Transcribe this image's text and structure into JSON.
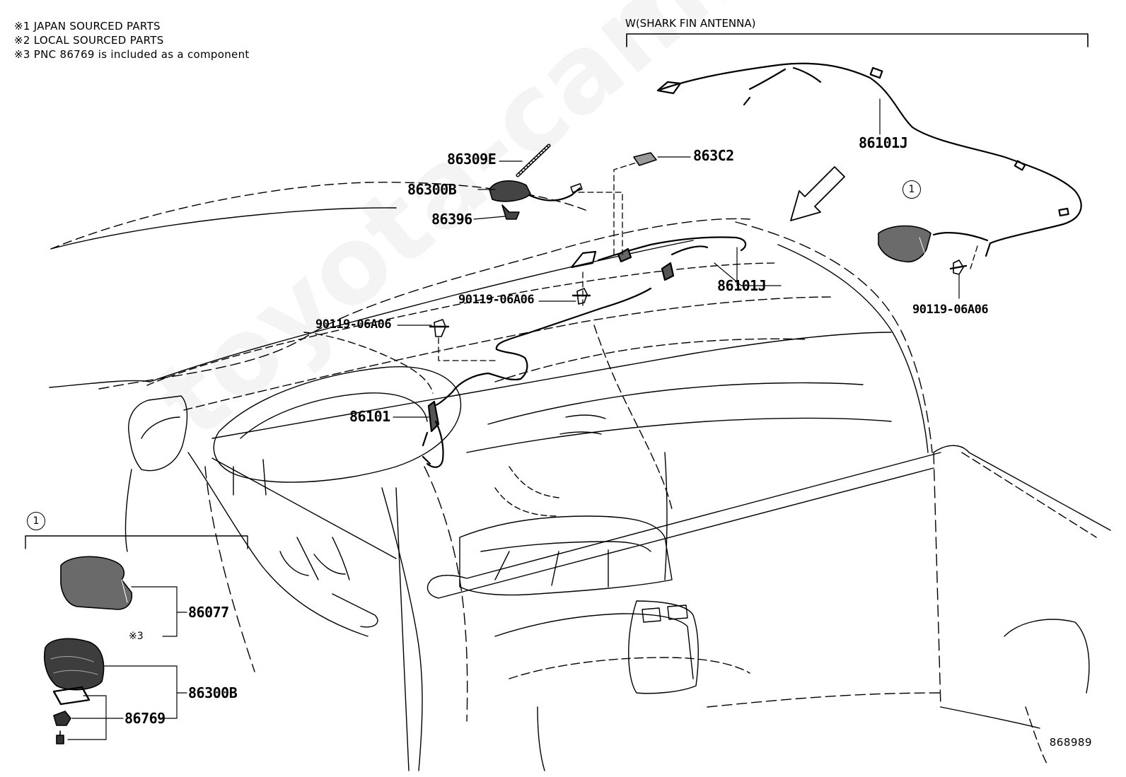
{
  "notes": [
    "※1 JAPAN SOURCED PARTS",
    "※2 LOCAL SOURCED PARTS",
    "※3 PNC 86769 is included as a component"
  ],
  "section_title": "W(SHARK FIN ANTENNA)",
  "detail_marker": "1",
  "parts": {
    "p86309E": "86309E",
    "p86300B_top": "86300B",
    "p86396": "86396",
    "p863C2": "863C2",
    "p86101J_top": "86101J",
    "p86101J_mid": "86101J",
    "p90119_a": "90119-06A06",
    "p90119_b": "90119-06A06",
    "p90119_c": "90119-06A06",
    "p86101": "86101",
    "p86077": "86077",
    "p86300B_detail": "86300B",
    "p86769": "86769"
  },
  "ref_mark": "※3",
  "illustration_id": "868989",
  "watermark": "toyota-camry.ru"
}
